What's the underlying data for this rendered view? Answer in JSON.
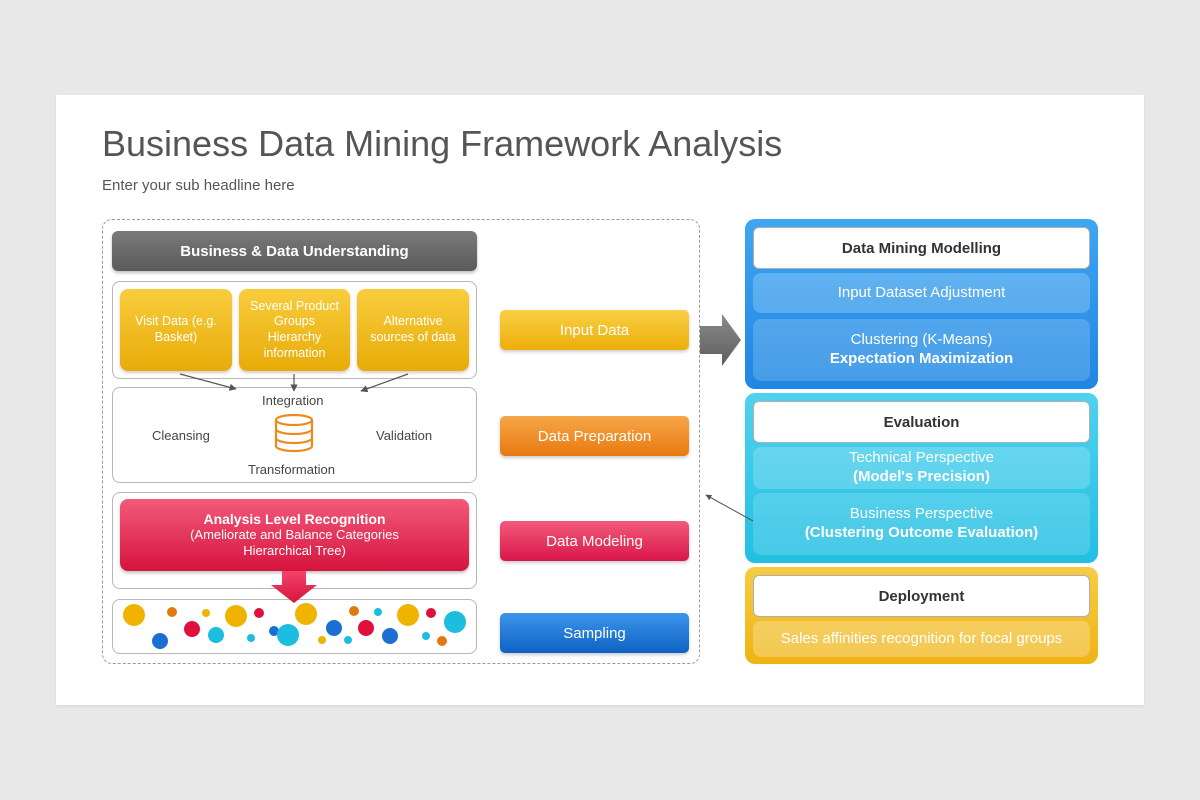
{
  "header": {
    "title": "Business Data Mining Framework Analysis",
    "subtitle": "Enter your sub headline here"
  },
  "left": {
    "header": "Business & Data Understanding",
    "sources": [
      "Visit Data (e.g. Basket)",
      "Several Product Groups Hierarchy information",
      "Alternative sources of data"
    ],
    "preparation": {
      "top": "Integration",
      "left": "Cleansing",
      "right": "Validation",
      "bottom": "Transformation",
      "icon": "database-icon"
    },
    "analysis": {
      "title": "Analysis Level Recognition",
      "line1": "(Ameliorate and Balance Categories",
      "line2": "Hierarchical Tree)"
    }
  },
  "stages": [
    {
      "label": "Input Data",
      "color": "#f2b91a"
    },
    {
      "label": "Data Preparation",
      "color": "#ee8a1c"
    },
    {
      "label": "Data Modeling",
      "color": "#e8245a"
    },
    {
      "label": "Sampling",
      "color": "#1a78d6"
    }
  ],
  "right": {
    "modelling": {
      "title": "Data Mining Modelling",
      "item1": "Input Dataset Adjustment",
      "item2_line1": "Clustering (K-Means)",
      "item2_line2": "Expectation Maximization",
      "color": "#2c8ee8"
    },
    "evaluation": {
      "title": "Evaluation",
      "item1_line1": "Technical Perspective",
      "item1_line2": "(Model's Precision)",
      "item2_line1": "Business Perspective",
      "item2_line2": "(Clustering Outcome Evaluation)",
      "color": "#34c6e6"
    },
    "deployment": {
      "title": "Deployment",
      "item1": "Sales affinities recognition for focal groups",
      "color": "#f2bd22"
    }
  },
  "colors": {
    "yellow": "#f0b400",
    "red": "#e0103d",
    "blue": "#1a6fd0",
    "cyan": "#1dbde0"
  }
}
